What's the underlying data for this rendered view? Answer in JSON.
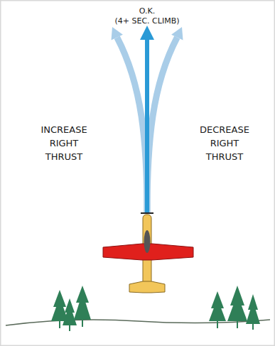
{
  "diagram": {
    "labels": [
      "O.K.",
      "(4+ SEC. CLIMB)",
      "INCREASE RIGHT THRUST",
      "DECREASE RIGHT THRUST"
    ]
  }
}
